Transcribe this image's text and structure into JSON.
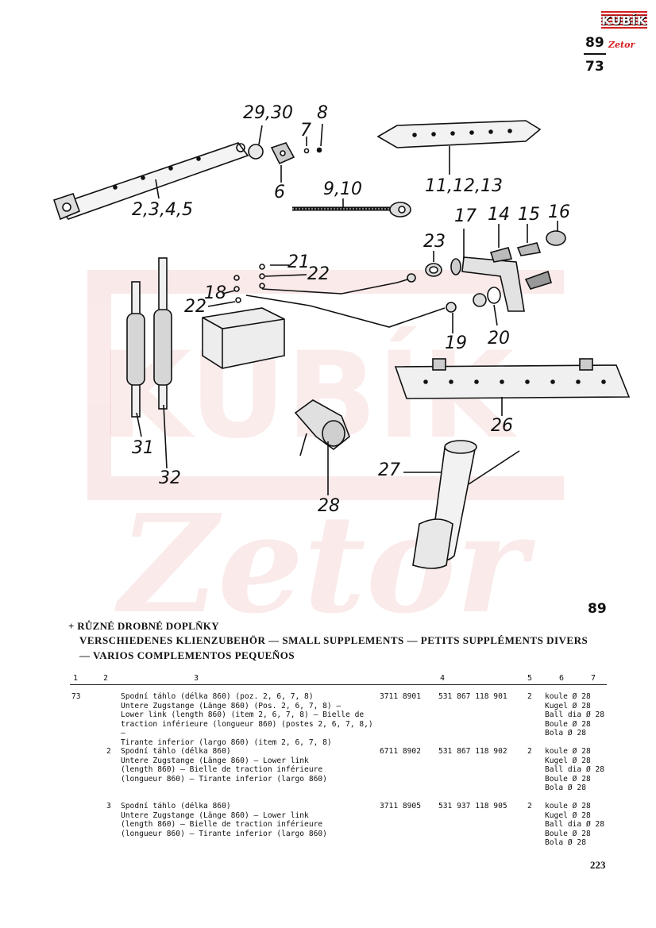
{
  "header": {
    "logo_text": "KUBÍK",
    "logo_sub": "Zetor",
    "page_top": "89",
    "page_bottom": "73"
  },
  "watermark": {
    "kubik": "KUBÍK",
    "zetor": "Zetor"
  },
  "diagram": {
    "labels": [
      "29,30",
      "8",
      "7",
      "6",
      "2,3,4,5",
      "9,10",
      "11,12,13",
      "23",
      "17",
      "14",
      "15",
      "16",
      "21",
      "22",
      "18",
      "22",
      "19",
      "20",
      "26",
      "27",
      "28",
      "31",
      "32"
    ]
  },
  "figure_number": "89",
  "section": {
    "title_cz": "+ RŮZNÉ DROBNÉ DOPLŇKY",
    "title_multi": "VERSCHIEDENES KLIENZUBEHÖR — SMALL SUPPLEMENTS — PETITS SUPPLÉMENTS DIVERS",
    "title_es": "— VARIOS COMPLEMENTOS PEQUEÑOS"
  },
  "table": {
    "columns": [
      "1",
      "2",
      "3",
      "4",
      "5",
      "6",
      "7"
    ],
    "rows": [
      {
        "c1": "73",
        "c2": "",
        "desc": [
          "Spodní táhlo (délka 860) (poz. 2, 6, 7, 8)",
          "Untere Zugstange (Länge 860) (Pos. 2, 6, 7, 8) —",
          "Lower link (length 860) (item 2, 6, 7, 8) — Bielle de",
          "traction inférieure (longueur 860) (postes 2, 6, 7, 8,) —",
          "Tirante inferior (largo 860) (item 2, 6, 7, 8)"
        ],
        "code1": "3711 8901",
        "code2": "531 867 118 901",
        "qty": "2",
        "notes": [
          "koule Ø 28",
          "Kugel Ø 28",
          "Ball dia Ø 28",
          "Boule Ø 28",
          "Bola Ø 28"
        ]
      },
      {
        "c1": "",
        "c2": "2",
        "desc": [
          "Spodní táhlo (délka 860)",
          "Untere Zugstange (Länge 860) — Lower link",
          "(length 860) — Bielle de traction inférieure",
          "(longueur 860) — Tirante inferior (largo 860)"
        ],
        "code1": "6711 8902",
        "code2": "531 867 118 902",
        "qty": "2",
        "notes": [
          "koule Ø 28",
          "Kugel Ø 28",
          "Ball dia Ø 28",
          "Boule Ø 28",
          "Bola Ø 28"
        ]
      },
      {
        "c1": "",
        "c2": "3",
        "desc": [
          "Spodní táhlo (délka 860)",
          "Untere Zugstange (Länge 860) — Lower link",
          "(length 860) — Bielle de traction inférieure",
          "(longueur 860) — Tirante inferior (largo 860)"
        ],
        "code1": "3711 8905",
        "code2": "531 937 118 905",
        "qty": "2",
        "notes": [
          "koule Ø 28",
          "Kugel Ø 28",
          "Ball dia Ø 28",
          "Boule Ø 28",
          "Bola Ø 28"
        ]
      }
    ]
  },
  "footer": {
    "page": "223"
  }
}
